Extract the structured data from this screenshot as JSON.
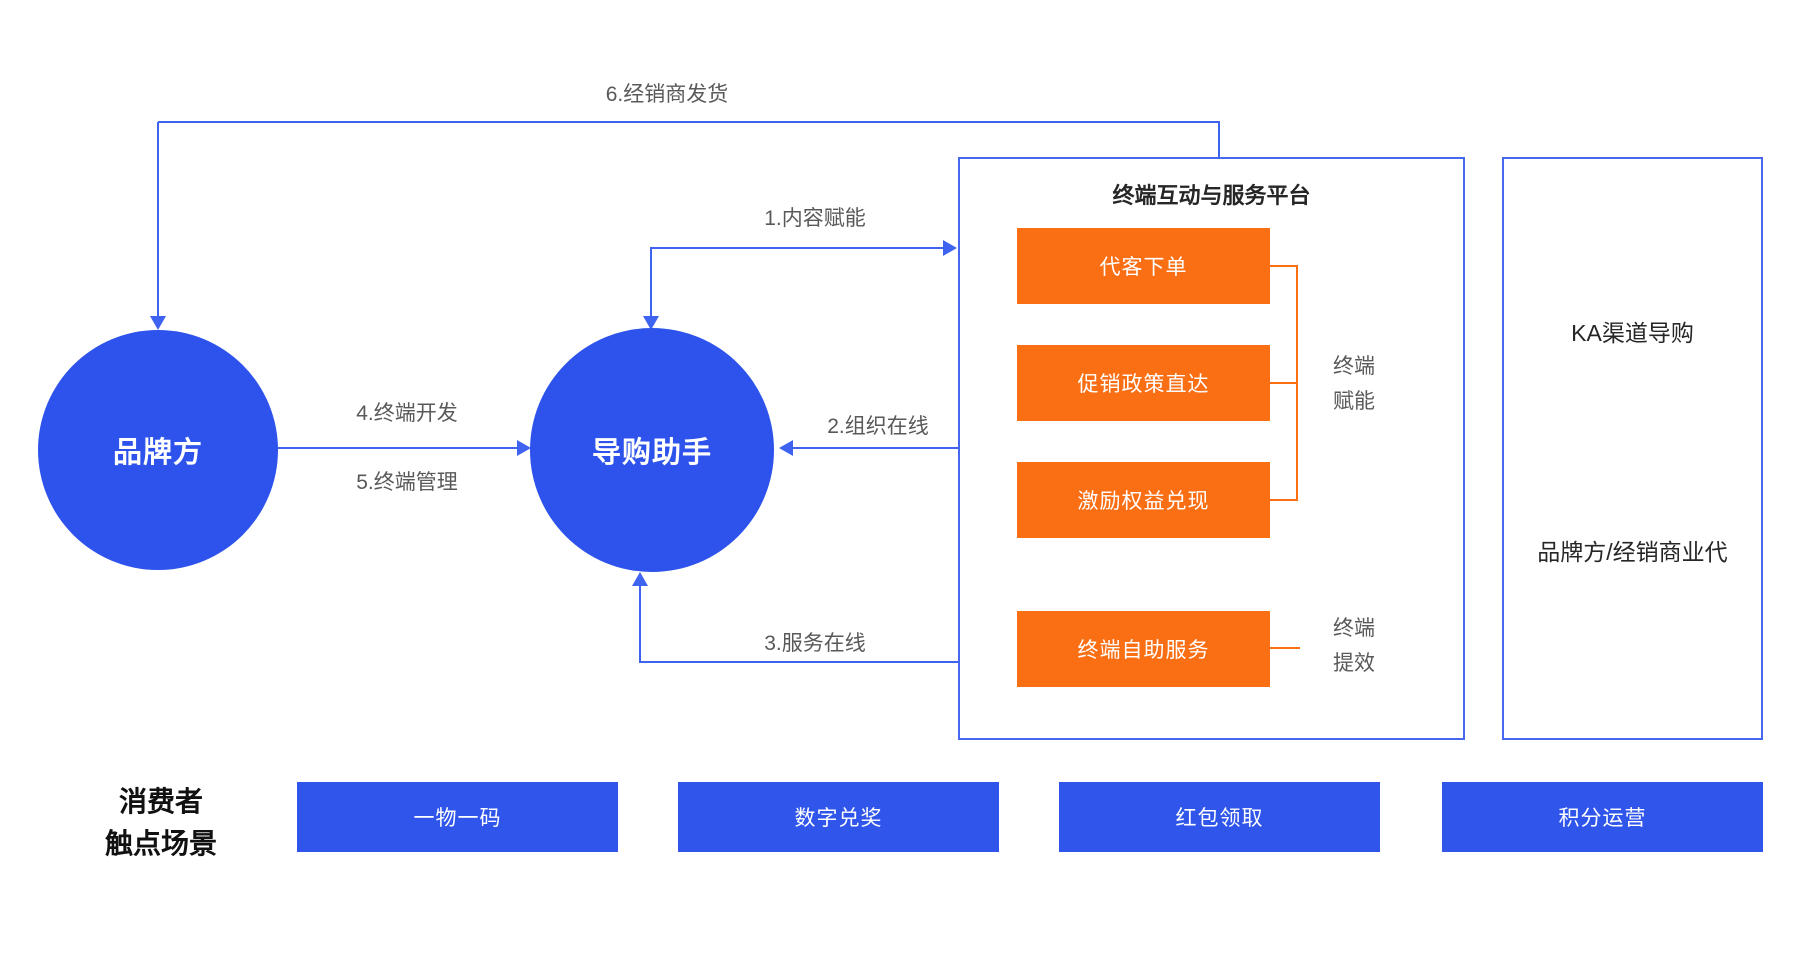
{
  "colors": {
    "node_blue": "#2D53EC",
    "scene_blue": "#2F55EB",
    "line_blue": "#3E63F1",
    "panel_border_blue": "#4468EF",
    "module_orange": "#FA6E14",
    "flow_label_gray": "#595959",
    "text_dark": "#262626"
  },
  "flow_labels": {
    "dealer_shipping": "6.经销商发货",
    "content_enablement": "1.内容赋能",
    "organization_online": "2.组织在线",
    "service_online": "3.服务在线",
    "terminal_development": "4.终端开发",
    "terminal_management": "5.终端管理"
  },
  "nodes": {
    "brand": "品牌方",
    "guide_assistant": "导购助手"
  },
  "platform": {
    "title": "终端互动与服务平台",
    "modules": [
      "代客下单",
      "促销政策直达",
      "激励权益兑现",
      "终端自助服务"
    ],
    "bracket_empower": {
      "lines": [
        "终端",
        "赋能"
      ]
    },
    "bracket_efficiency": {
      "lines": [
        "终端",
        "提效"
      ]
    }
  },
  "right_panel": {
    "top_label": "KA渠道导购",
    "bottom_label": "品牌方/经销商业代"
  },
  "consumer": {
    "label": {
      "line1": "消费者",
      "line2": "触点场景"
    },
    "scenes": [
      "一物一码",
      "数字兑奖",
      "红包领取",
      "积分运营"
    ]
  }
}
